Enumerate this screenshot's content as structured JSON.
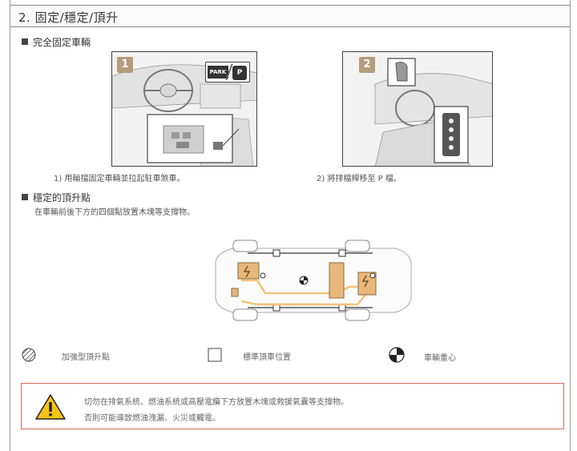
{
  "header": {
    "title": "2. 固定/穩定/頂升"
  },
  "section1": {
    "heading": "完全固定車輛",
    "step1": {
      "badge": "1",
      "caption": "1) 用輪擋固定車輛並拉起駐車煞車。",
      "label_park": "PARK",
      "label_p": "P"
    },
    "step2": {
      "badge": "2",
      "caption": "2) 將排檔桿移至 P 檔。"
    }
  },
  "section2": {
    "heading": "穩定的頂升點",
    "description": "在車輛前後下方的四個點放置木塊等支撐物。"
  },
  "legend": {
    "reinforced": "加強型頂升點",
    "standard": "標準頂車位置",
    "center": "車輛重心"
  },
  "warning": {
    "line1": "切勿在排氣系統、燃油系統或高壓電纜下方放置木塊或救援氣囊等支撐物。",
    "line2": "否則可能導致燃油洩漏、火災或觸電。"
  },
  "colors": {
    "accent": "#b59c7c",
    "hv_component": "#e8b77a",
    "hv_cable": "#f2c27a",
    "warning_border": "#e06a5a",
    "warning_fill": "#f4c21b"
  },
  "icons": [
    "warning-icon",
    "hatched-circle-icon",
    "square-icon",
    "center-of-gravity-icon",
    "high-voltage-icon"
  ]
}
